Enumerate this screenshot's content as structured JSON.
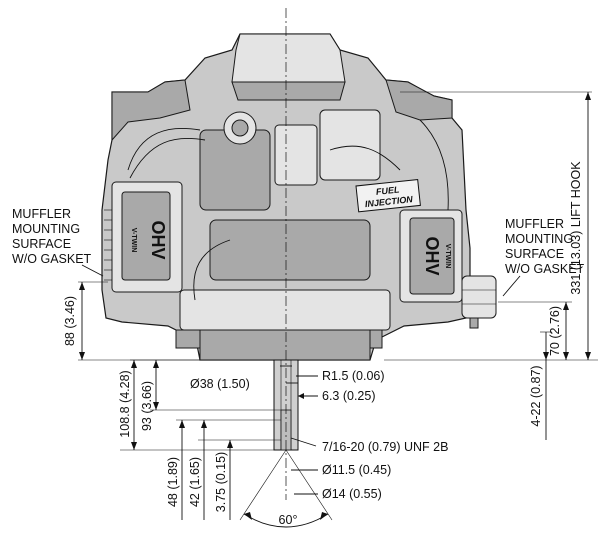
{
  "labels": {
    "muffler_left": [
      "MUFFLER",
      "MOUNTING",
      "SURFACE",
      "W/O GASKET"
    ],
    "muffler_right": [
      "MUFFLER",
      "MOUNTING",
      "SURFACE",
      "W/O GASKET"
    ],
    "lift_hook": "331 (13.03) LIFT HOOK",
    "fuel_injection": [
      "FUEL",
      "INJECTION"
    ],
    "ohv": "OHV",
    "v_twin": "V-TWIN"
  },
  "dimensions": {
    "left_height": "88 (3.46)",
    "right_height": "70 (2.76)",
    "right_range": "4-22 (0.87)",
    "radius": "R1.5 (0.06)",
    "dia38": "Ø38 (1.50)",
    "key_width": "6.3 (0.25)",
    "thread": "7/16-20 (0.79) UNF 2B",
    "dia11": "Ø11.5 (0.45)",
    "dia14": "Ø14 (0.55)",
    "h108": "108.8 (4.28)",
    "h93": "93 (3.66)",
    "h48": "48 (1.89)",
    "h42": "42 (1.65)",
    "h375": "3.75 (0.15)",
    "angle": "60°"
  }
}
